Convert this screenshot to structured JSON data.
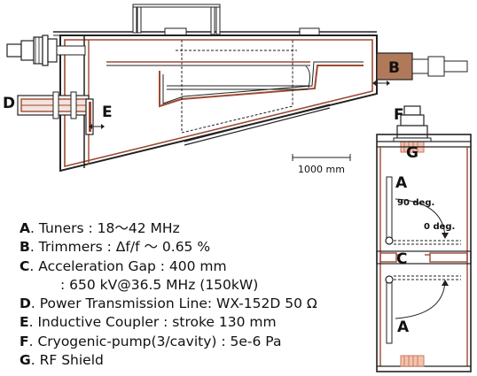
{
  "labels": {
    "trimmer": "B",
    "coupler": "E",
    "power_line": "D",
    "cryopump": "F",
    "rf_shield": "G",
    "tuner_upper": "A",
    "tuner_lower": "A",
    "gap": "C",
    "angle_90": "90 deg.",
    "angle_0": "0 deg.",
    "scale": "1000 mm"
  },
  "legend": [
    {
      "key": "A",
      "text": ". Tuners : 18〜42 MHz"
    },
    {
      "key": "B",
      "text": ". Trimmers : Δf/f 〜 0.65 %"
    },
    {
      "key": "C",
      "text": ". Acceleration Gap : 400 mm"
    },
    {
      "key": "",
      "text": ": 650 kV@36.5 MHz (150kW)"
    },
    {
      "key": "D",
      "text": ". Power Transmission Line: WX-152D 50 Ω"
    },
    {
      "key": "E",
      "text": ". Inductive Coupler : stroke 130 mm"
    },
    {
      "key": "F",
      "text": ". Cryogenic-pump(3/cavity) : 5e-6 Pa"
    },
    {
      "key": "G",
      "text": ". RF Shield"
    }
  ],
  "colors": {
    "copper": "#9c4a32",
    "trimmer_block": "#b07a5a",
    "outline": "#222222",
    "shield": "#c97a5c"
  }
}
